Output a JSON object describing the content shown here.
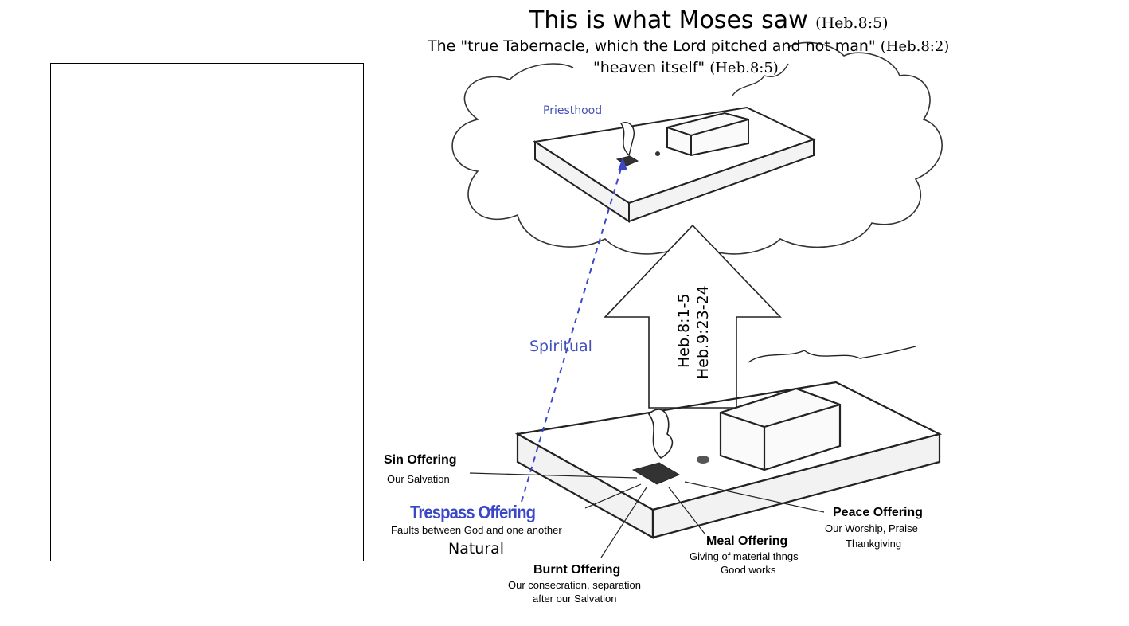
{
  "header": {
    "title": "This is what Moses saw",
    "title_ref": "(Heb.8:5)",
    "subtitle_quote": "The \"true Tabernacle, which the Lord pitched and not man\"",
    "subtitle_ref": "(Heb.8:2)",
    "heaven_quote": "\"heaven itself\"",
    "heaven_ref": "(Heb.8:5)"
  },
  "heavenly": {
    "priesthood_label": "Priesthood"
  },
  "spiritual_label": "Spiritual",
  "natural_label": "Natural",
  "arrow": {
    "ref1": "Heb.8:1-5",
    "ref2": "Heb.9:23-24"
  },
  "offerings": {
    "sin": {
      "name": "Sin Offering",
      "desc": "Our Salvation"
    },
    "trespass": {
      "name": "Trespass Offering",
      "desc": "Faults between God and one another"
    },
    "burnt": {
      "name": "Burnt Offering",
      "desc1": "Our consecration, separation",
      "desc2": "after our Salvation"
    },
    "meal": {
      "name": "Meal Offering",
      "desc1": "Giving of material thngs",
      "desc2": "Good works"
    },
    "peace": {
      "name": "Peace Offering",
      "desc1": "Our Worship, Praise",
      "desc2": "Thankgiving"
    }
  },
  "colors": {
    "accent_blue": "#3a48c8",
    "label_blue": "#4050b8",
    "ink": "#222222"
  }
}
